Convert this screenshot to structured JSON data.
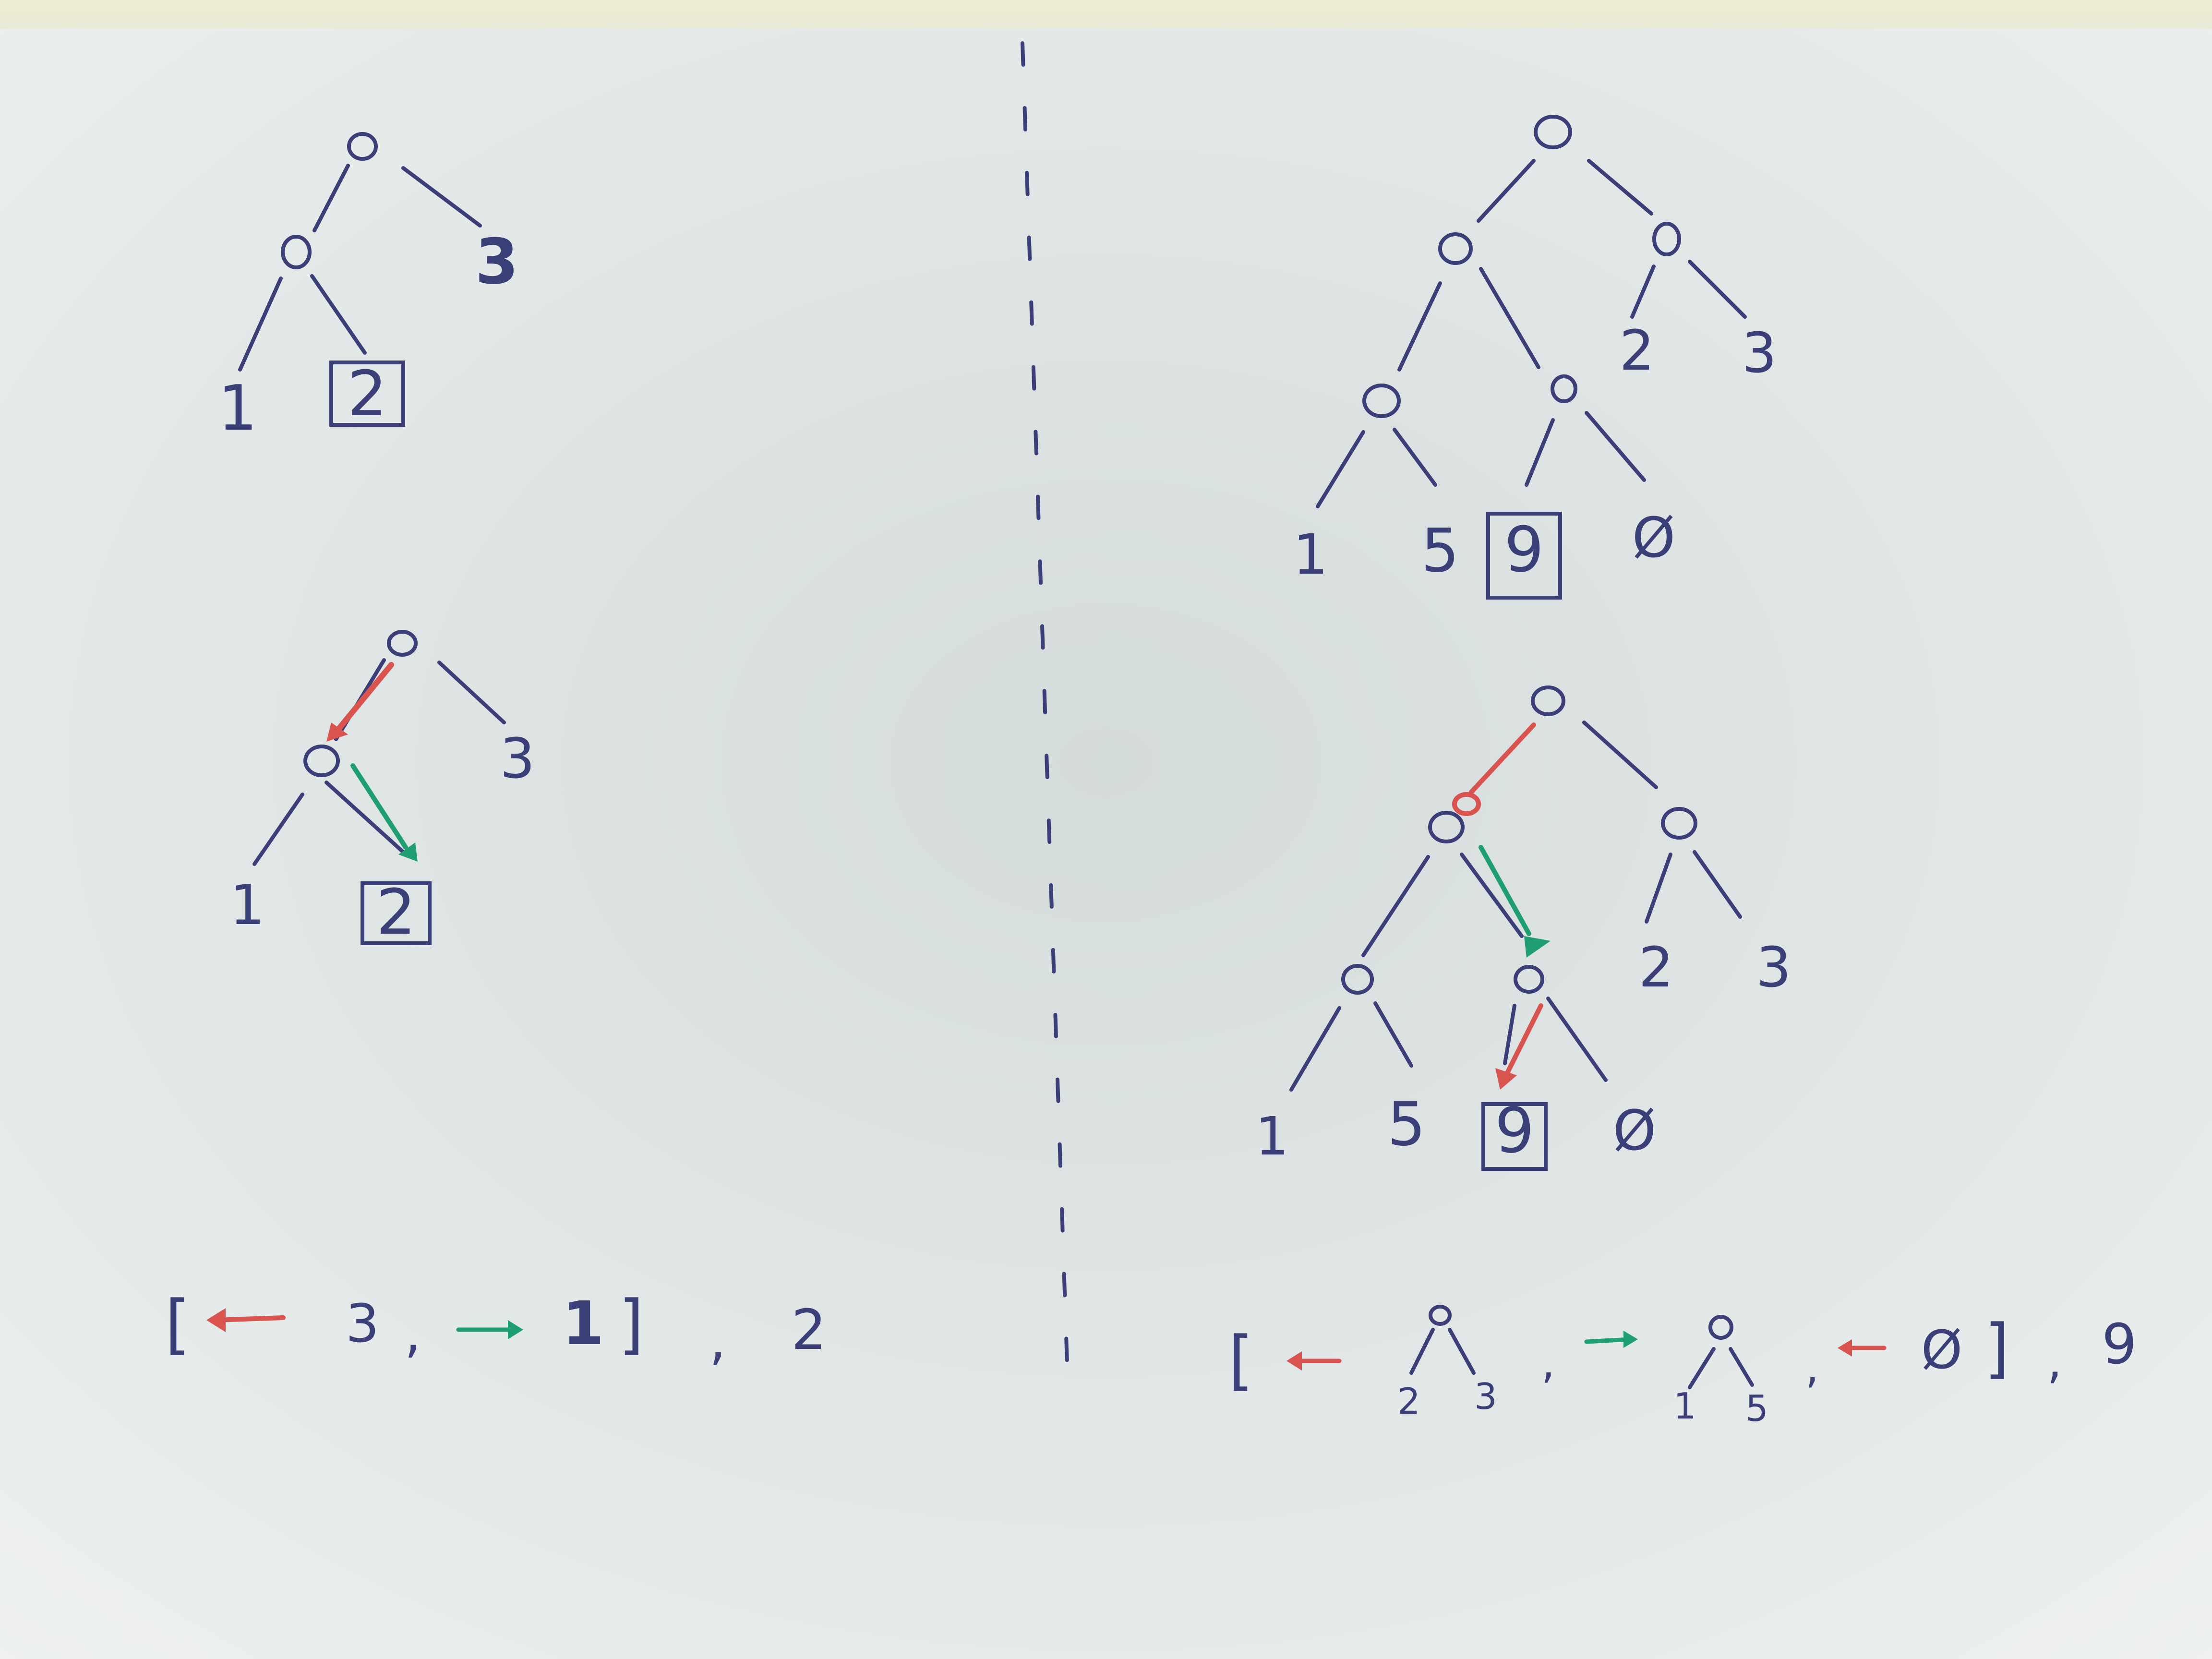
{
  "colors": {
    "paper": "#e7ecec",
    "ink": "#3a3f78",
    "red_arrow": "#d9534f",
    "green_arrow": "#1f9e72",
    "wall": "#ecebd4"
  },
  "left_panel": {
    "tree_plain": {
      "leaves": [
        "1",
        "2",
        "3"
      ],
      "boxed_leaf": "2"
    },
    "tree_path": {
      "leaves": [
        "1",
        "2",
        "3"
      ],
      "boxed_leaf": "2"
    },
    "result": {
      "open_bracket": "[",
      "item_1": "3",
      "sep_1": ",",
      "item_2": "1",
      "close_bracket": "]",
      "sep_2": ",",
      "target": "2"
    }
  },
  "right_panel": {
    "tree_plain": {
      "leaves": [
        "1",
        "5",
        "9",
        "Ø",
        "2",
        "3"
      ],
      "boxed_leaf": "9"
    },
    "tree_path": {
      "leaves": [
        "1",
        "5",
        "9",
        "Ø",
        "2",
        "3"
      ],
      "boxed_leaf": "9"
    },
    "result": {
      "open_bracket": "[",
      "item_1_leaves": [
        "2",
        "3"
      ],
      "sep_1": ",",
      "item_2_leaves": [
        "1",
        "5"
      ],
      "sep_2": ",",
      "item_3": "Ø",
      "close_bracket": "]",
      "sep_3": ",",
      "target": "9"
    }
  }
}
